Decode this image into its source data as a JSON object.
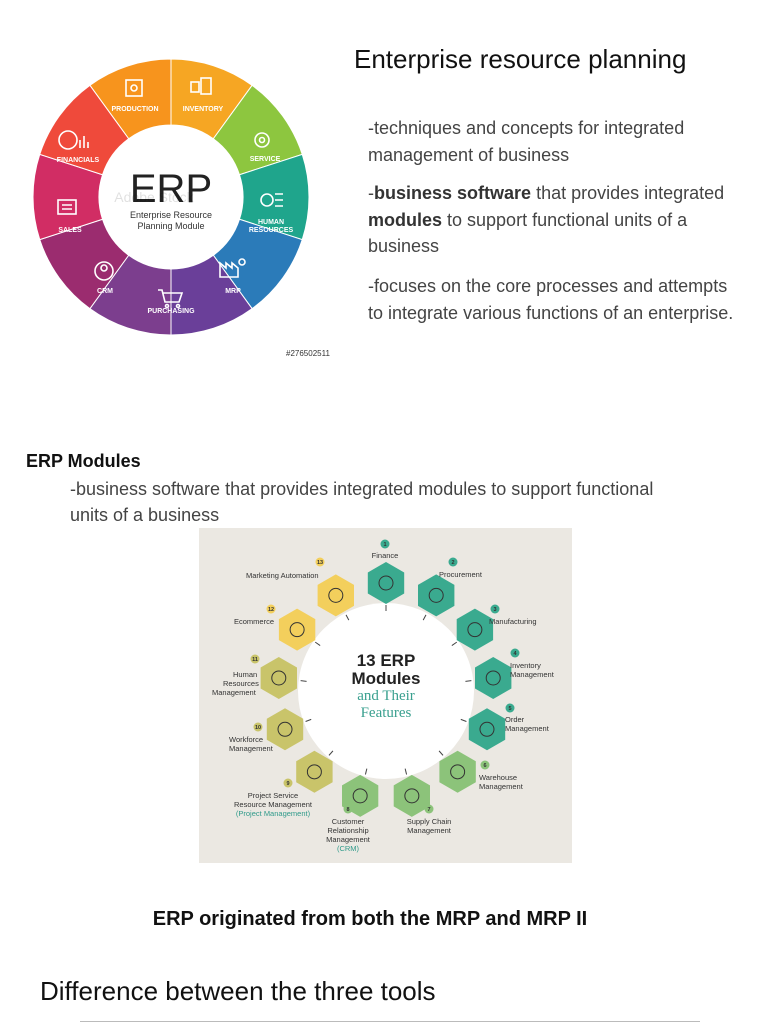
{
  "wheel": {
    "center_title": "ERP",
    "center_line1": "Enterprise Resource",
    "center_line2": "Planning Module",
    "watermark": "Adobe Stock",
    "segments": [
      "PRODUCTION",
      "INVENTORY",
      "SERVICE",
      "HUMAN",
      "RESOURCES",
      "MRP",
      "PURCHASING",
      "CRM",
      "SALES",
      "FINANCIALS"
    ],
    "stock_id": "#276502511",
    "colors": [
      "#f7941d",
      "#f6a623",
      "#8dc63f",
      "#1fa58c",
      "#2b7bb9",
      "#6a3f99",
      "#7c3e8e",
      "#9b2c6f",
      "#d12d64",
      "#ef4a3b"
    ]
  },
  "top": {
    "title": "Enterprise resource planning",
    "bullet1": "-techniques and concepts for integrated management of business",
    "bullet2_pre": "-",
    "bullet2_bold1": "business software",
    "bullet2_mid": " that provides integrated ",
    "bullet2_bold2": "modules",
    "bullet2_post": " to support functional units of a business",
    "bullet3": "-focuses on the core processes and attempts to integrate various functions of an enterprise."
  },
  "modules": {
    "heading": "ERP Modules",
    "desc": "-business software that provides integrated modules to support functional units of a business",
    "figure_title_line1": "13 ERP",
    "figure_title_line2": "Modules",
    "figure_title_line3": "and Their",
    "figure_title_line4": "Features",
    "items": [
      {
        "num": "1",
        "line1": "Finance",
        "line2": "",
        "line3": ""
      },
      {
        "num": "2",
        "line1": "Procurement",
        "line2": "",
        "line3": ""
      },
      {
        "num": "3",
        "line1": "Manufacturing",
        "line2": "",
        "line3": ""
      },
      {
        "num": "4",
        "line1": "Inventory",
        "line2": "Management",
        "line3": ""
      },
      {
        "num": "5",
        "line1": "Order",
        "line2": "Management",
        "line3": ""
      },
      {
        "num": "6",
        "line1": "Warehouse",
        "line2": "Management",
        "line3": ""
      },
      {
        "num": "7",
        "line1": "Supply Chain",
        "line2": "Management",
        "line3": ""
      },
      {
        "num": "8",
        "line1": "Customer",
        "line2": "Relationship",
        "line3": "Management",
        "sub": "(CRM)"
      },
      {
        "num": "9",
        "line1": "Project Service",
        "line2": "Resource Management",
        "line3": "",
        "sub": "(Project Management)"
      },
      {
        "num": "10",
        "line1": "Workforce",
        "line2": "Management",
        "line3": ""
      },
      {
        "num": "11",
        "line1": "Human",
        "line2": "Resources",
        "line3": "Management"
      },
      {
        "num": "12",
        "line1": "Ecommerce",
        "line2": "",
        "line3": ""
      },
      {
        "num": "13",
        "line1": "Marketing Automation",
        "line2": "",
        "line3": ""
      }
    ],
    "colors": {
      "teal": "#3aaa8f",
      "green": "#8cc37a",
      "olive": "#c9c46a",
      "yellow": "#f3cf5c",
      "sub_text": "#2f9a8a"
    }
  },
  "bottom": {
    "origin": "ERP originated from both the MRP and MRP II",
    "diff_title": "Difference between the three tools"
  }
}
